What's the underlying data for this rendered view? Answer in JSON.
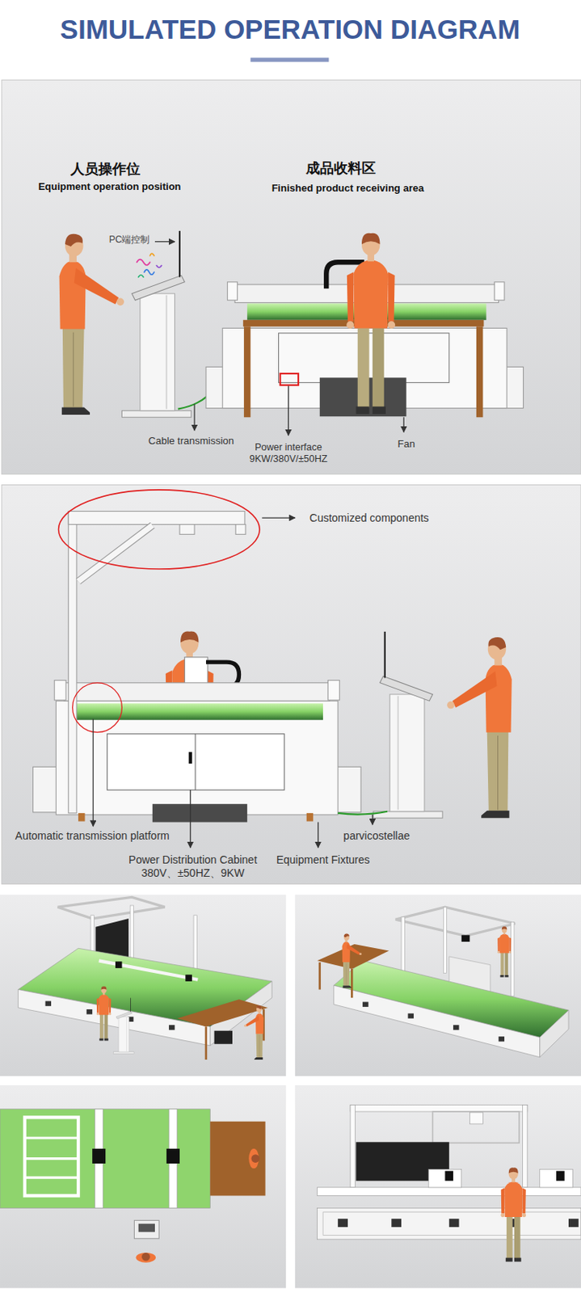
{
  "diagram": {
    "title": "SIMULATED OPERATION DIAGRAM",
    "labels": [
      "人员操作位",
      "Equipment operation position",
      "成品收料区",
      "Finished product receiving area",
      "PC端控制",
      "Cable transmission",
      "Power interface 9KW/380V/±50HZ",
      "Fan",
      "Customized components",
      "Automatic transmission platform",
      "Power Distribution Cabinet 380V、±50HZ、9KW",
      "Equipment Fixtures",
      "parvicostellae"
    ]
  }
}
